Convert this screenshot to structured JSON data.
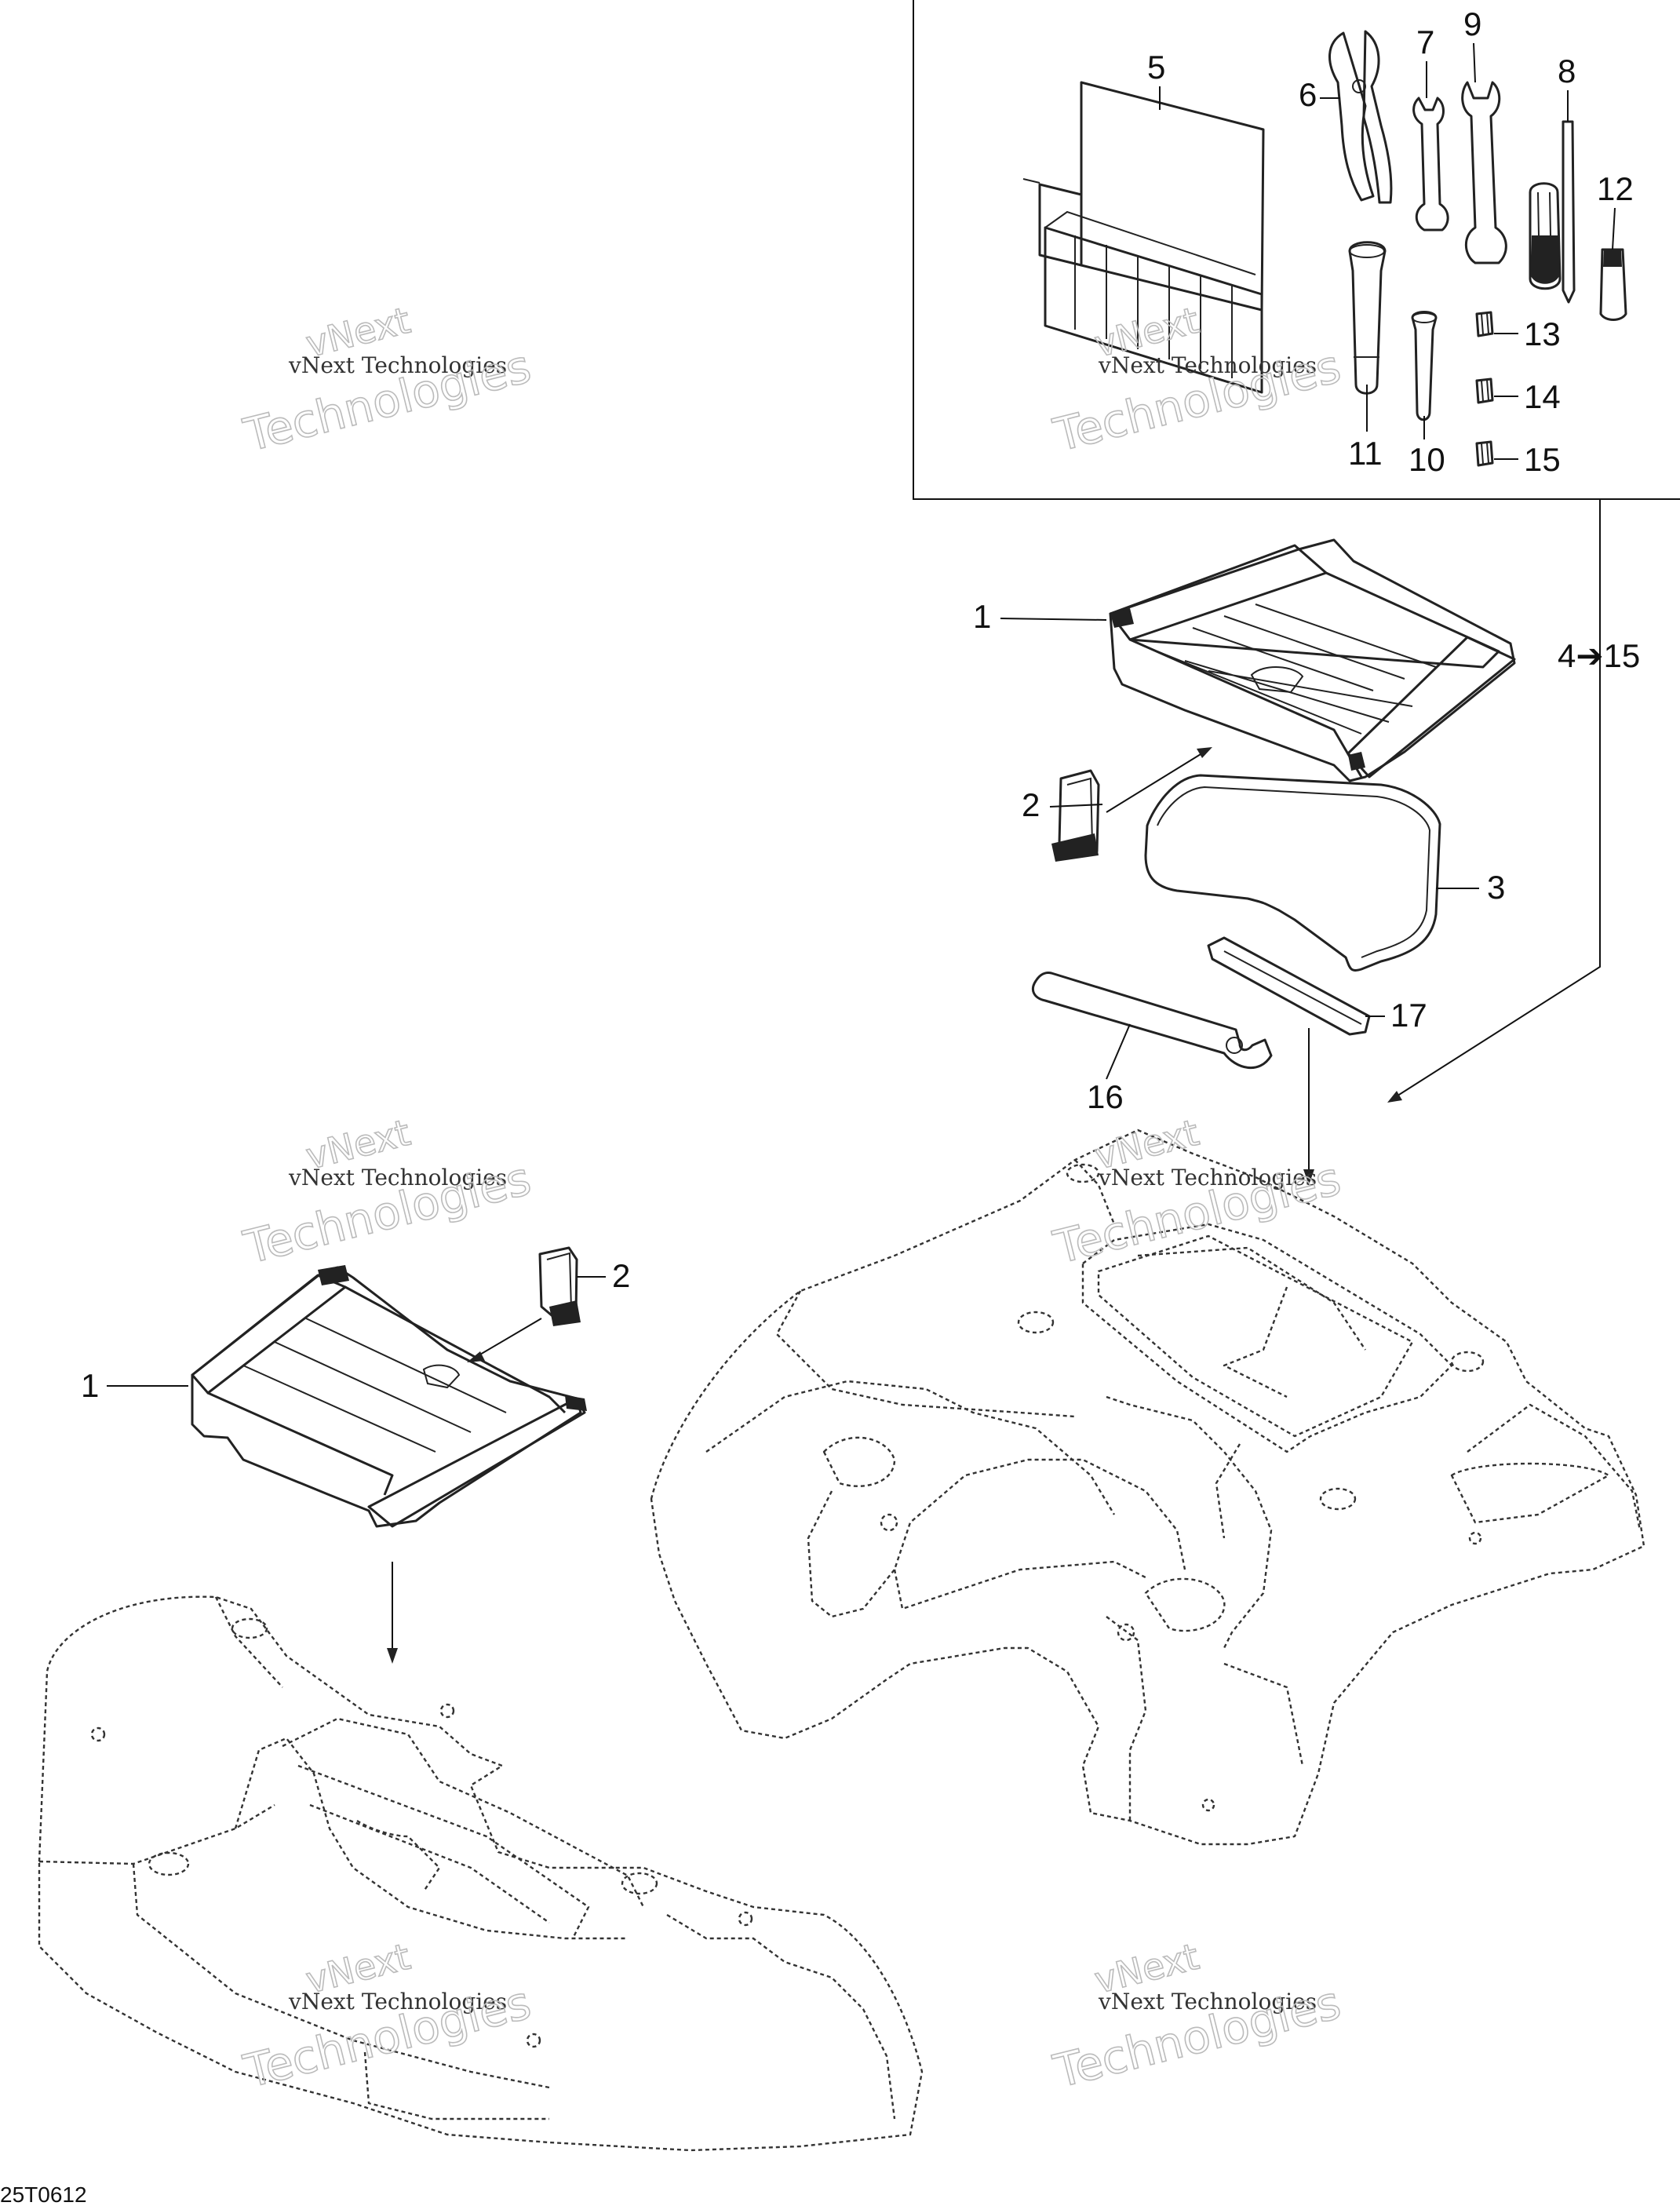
{
  "callouts": {
    "c1_top": "1",
    "c2_top": "2",
    "c3": "3",
    "c4_15": "4➔15",
    "c5": "5",
    "c6": "6",
    "c7": "7",
    "c8": "8",
    "c9": "9",
    "c10": "10",
    "c11": "11",
    "c12": "12",
    "c13": "13",
    "c14": "14",
    "c15": "15",
    "c16": "16",
    "c17": "17",
    "c1_bottom": "1",
    "c2_bottom": "2"
  },
  "drawing_code": "25T0612",
  "watermark": {
    "line1": "vNext Technologies",
    "brand_top": "vNext",
    "brand_bottom": "Technologies"
  }
}
